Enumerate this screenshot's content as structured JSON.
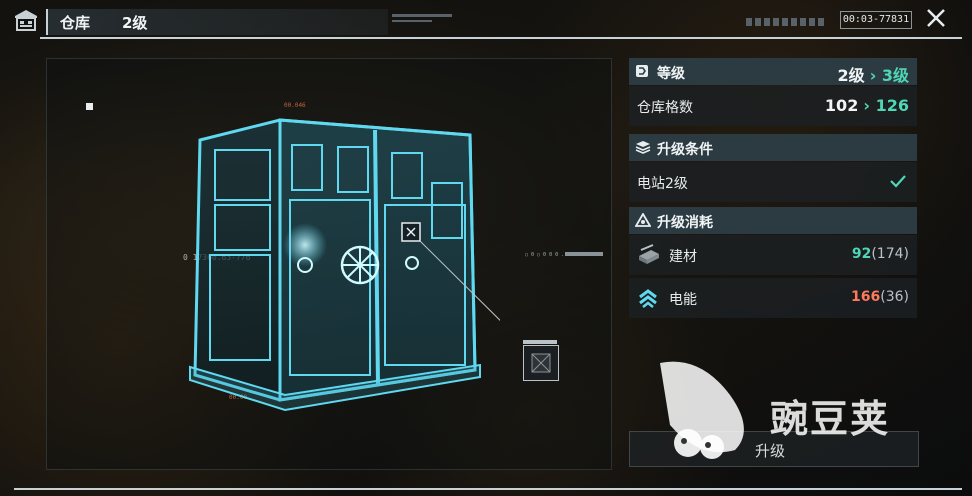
{
  "header": {
    "title": "仓库",
    "level": "2级",
    "coordinate": "00:03-77831"
  },
  "preview": {
    "left_readout": "0 17360.63-776",
    "top_readout": "00.046",
    "bottom_readout": "00.00",
    "right_readout": "○ 0 ○ 0 0 0 . 0 0"
  },
  "upgrade": {
    "level_label": "等级",
    "level_from": "2级",
    "level_to": "3级",
    "capacity_label": "仓库格数",
    "capacity_from": "102",
    "capacity_to": "126",
    "conditions_label": "升级条件",
    "condition_item": "电站2级",
    "cost_label": "升级消耗",
    "costs": [
      {
        "name": "建材",
        "have": "92",
        "need": "(174)",
        "icon": "building-material-icon"
      },
      {
        "name": "电能",
        "have": "166",
        "need": "(36)",
        "icon": "power-icon"
      }
    ],
    "button_label": "升级"
  },
  "watermark": {
    "text": "豌豆荚"
  },
  "colors": {
    "accent_teal": "#4fd6b6",
    "insufficient_red": "#ff7a5a",
    "hologram": "#5fd8f0"
  }
}
